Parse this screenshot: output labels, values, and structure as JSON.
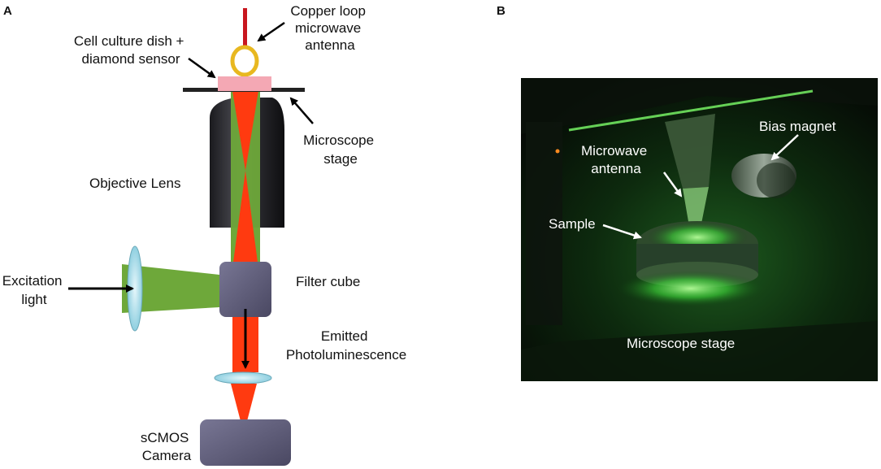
{
  "panel_a": {
    "letter": "A",
    "labels": {
      "copper_loop": [
        "Copper loop",
        "microwave",
        "antenna"
      ],
      "dish": [
        "Cell culture dish +",
        "diamond sensor"
      ],
      "stage": [
        "Microscope",
        "stage"
      ],
      "objective": "Objective Lens",
      "excitation": [
        "Excitation",
        "light"
      ],
      "filter_cube": "Filter cube",
      "emitted": [
        "Emitted",
        "Photoluminescence"
      ],
      "camera": [
        "sCMOS",
        "Camera"
      ]
    },
    "colors": {
      "excitation_green": "#6ea83a",
      "emission_red": "#ff3a10",
      "copper": "#c8171f",
      "loop_gold": "#e8b820",
      "dish_pink": "#f4a8b4",
      "lens_blue": "#a9dbe8",
      "cube_gray": "#5e5c78"
    }
  },
  "panel_b": {
    "letter": "B",
    "labels": {
      "bias_magnet": "Bias magnet",
      "microwave_antenna": [
        "Microwave",
        "antenna"
      ],
      "sample": "Sample",
      "microscope_stage": "Microscope stage"
    }
  }
}
